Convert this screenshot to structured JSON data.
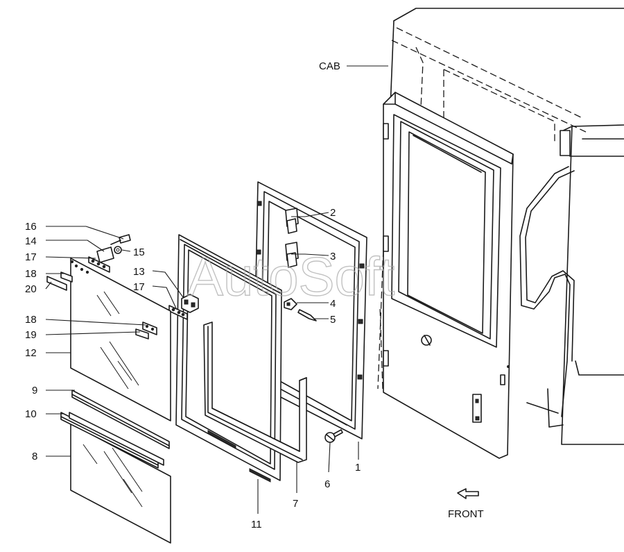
{
  "watermark": "AutoSoft",
  "labels": {
    "cab": "CAB",
    "front": "FRONT",
    "p1": "1",
    "p2": "2",
    "p3": "3",
    "p4": "4",
    "p5": "5",
    "p6": "6",
    "p7": "7",
    "p8": "8",
    "p9": "9",
    "p10": "10",
    "p11": "11",
    "p12": "12",
    "p13": "13",
    "p14": "14",
    "p15": "15",
    "p16": "16",
    "p17a": "17",
    "p17b": "17",
    "p18a": "18",
    "p18b": "18",
    "p19": "19",
    "p20": "20"
  }
}
